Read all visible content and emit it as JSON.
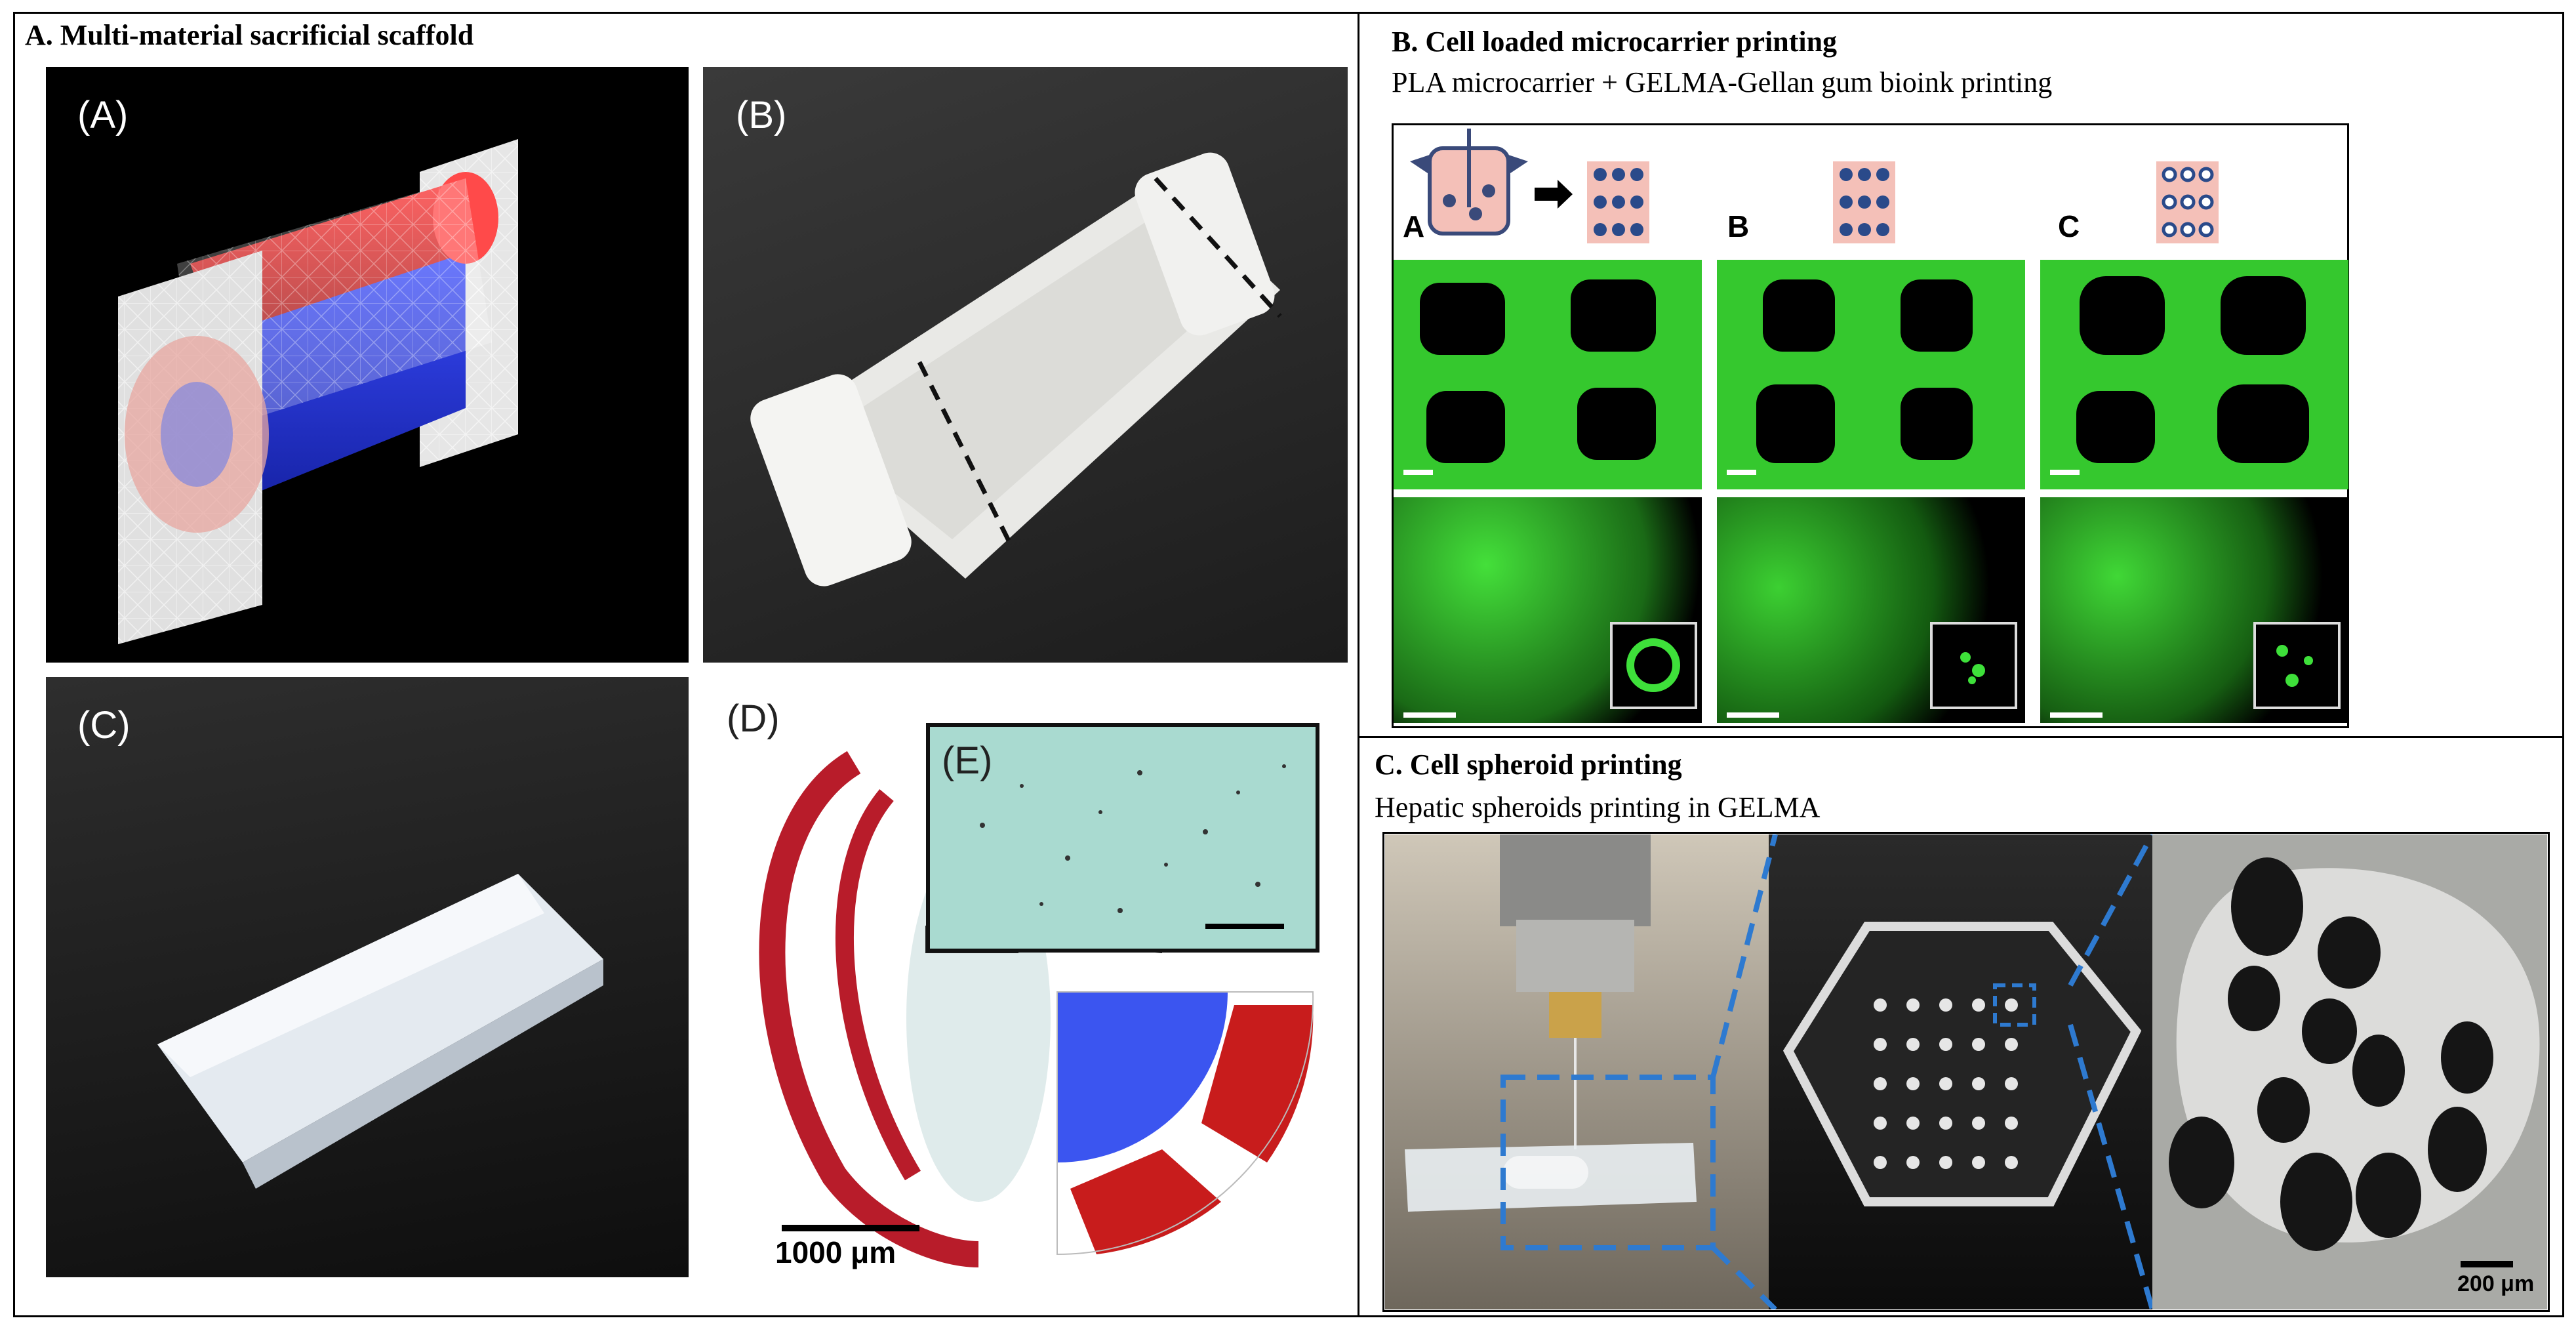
{
  "panel_a": {
    "title": "A. Multi-material sacrificial scaffold",
    "sub_labels": [
      "(A)",
      "(B)",
      "(C)",
      "(D)",
      "(E)"
    ],
    "scale_bar": "1000 μm"
  },
  "panel_b": {
    "title": "B. Cell loaded microcarrier printing",
    "subtitle": "PLA microcarrier + GELMA-Gellan  gum bioink printing",
    "column_labels": [
      "A",
      "B",
      "C"
    ]
  },
  "panel_c": {
    "title": "C. Cell spheroid printing",
    "subtitle": "Hepatic spheroids printing  in GELMA",
    "scale_bar": "200 μm"
  },
  "colors": {
    "scaffold_red": "#d42020",
    "scaffold_blue": "#2c3bd8",
    "fluorescence_green": "#38d030",
    "tissue_red": "#b81c2a"
  }
}
